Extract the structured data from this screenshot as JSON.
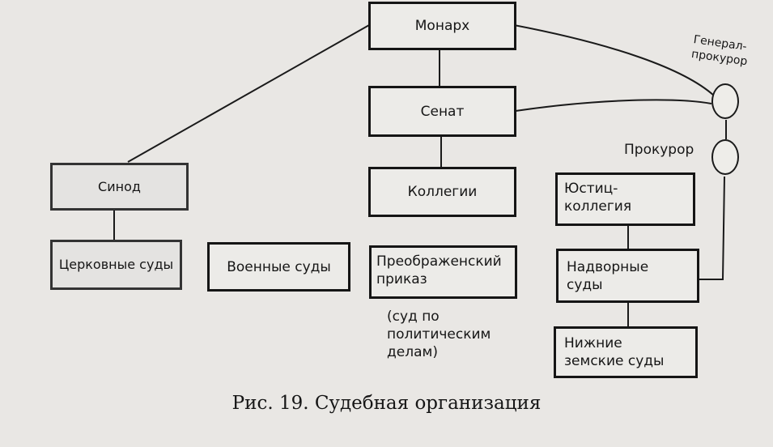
{
  "nodes": {
    "monarch": "Монарх",
    "senate": "Сенат",
    "collegia": "Коллегии",
    "synod": "Синод",
    "justice_collegium": "Юстиц-\nколлегия",
    "church_courts": "Церковные суды",
    "military_courts": "Военные суды",
    "preobrazhensky": "Преображенский\nприказ",
    "nadvornye": "Надворные\nсуды",
    "lower_courts": "Нижние\nземские суды"
  },
  "labels": {
    "general_prosecutor": "Генерал-\nпрокурор",
    "prosecutor": "Прокурор",
    "preobrazhensky_note": "(суд по\nполитическим\nделам)"
  },
  "caption": "Рис. 19. Судебная организация"
}
